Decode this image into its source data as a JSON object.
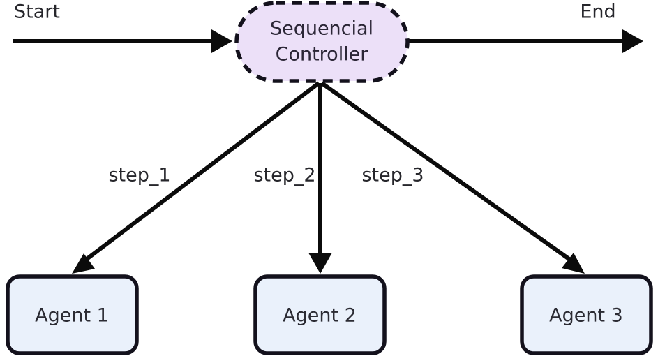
{
  "diagram": {
    "type": "flowchart",
    "direction": "top-down-fanout",
    "background_color": "#ffffff",
    "terminals": {
      "start_label": "Start",
      "end_label": "End"
    },
    "controller": {
      "id": "sequential-controller",
      "line1": "Sequencial",
      "line2": "Controller",
      "shape": "stadium",
      "border_style": "dashed",
      "fill_color": "#ece0f8",
      "border_color": "#13111c",
      "text_color": "#2b2636"
    },
    "agents": [
      {
        "id": "agent-1",
        "label": "Agent 1",
        "shape": "rounded-rectangle",
        "fill_color": "#eaf1fb",
        "border_color": "#13111c",
        "text_color": "#2b2b33"
      },
      {
        "id": "agent-2",
        "label": "Agent 2",
        "shape": "rounded-rectangle",
        "fill_color": "#eaf1fb",
        "border_color": "#13111c",
        "text_color": "#2b2b33"
      },
      {
        "id": "agent-3",
        "label": "Agent 3",
        "shape": "rounded-rectangle",
        "fill_color": "#eaf1fb",
        "border_color": "#13111c",
        "text_color": "#2b2b33"
      }
    ],
    "edges": [
      {
        "id": "edge-start-controller",
        "from": "Start",
        "to": "Sequencial Controller",
        "label": ""
      },
      {
        "id": "edge-controller-end",
        "from": "Sequencial Controller",
        "to": "End",
        "label": ""
      },
      {
        "id": "edge-controller-agent-1",
        "from": "Sequencial Controller",
        "to": "Agent 1",
        "label": "step_1"
      },
      {
        "id": "edge-controller-agent-2",
        "from": "Sequencial Controller",
        "to": "Agent 2",
        "label": "step_2"
      },
      {
        "id": "edge-controller-agent-3",
        "from": "Sequencial Controller",
        "to": "Agent 3",
        "label": "step_3"
      }
    ],
    "edge_color": "#0b0b0b"
  }
}
